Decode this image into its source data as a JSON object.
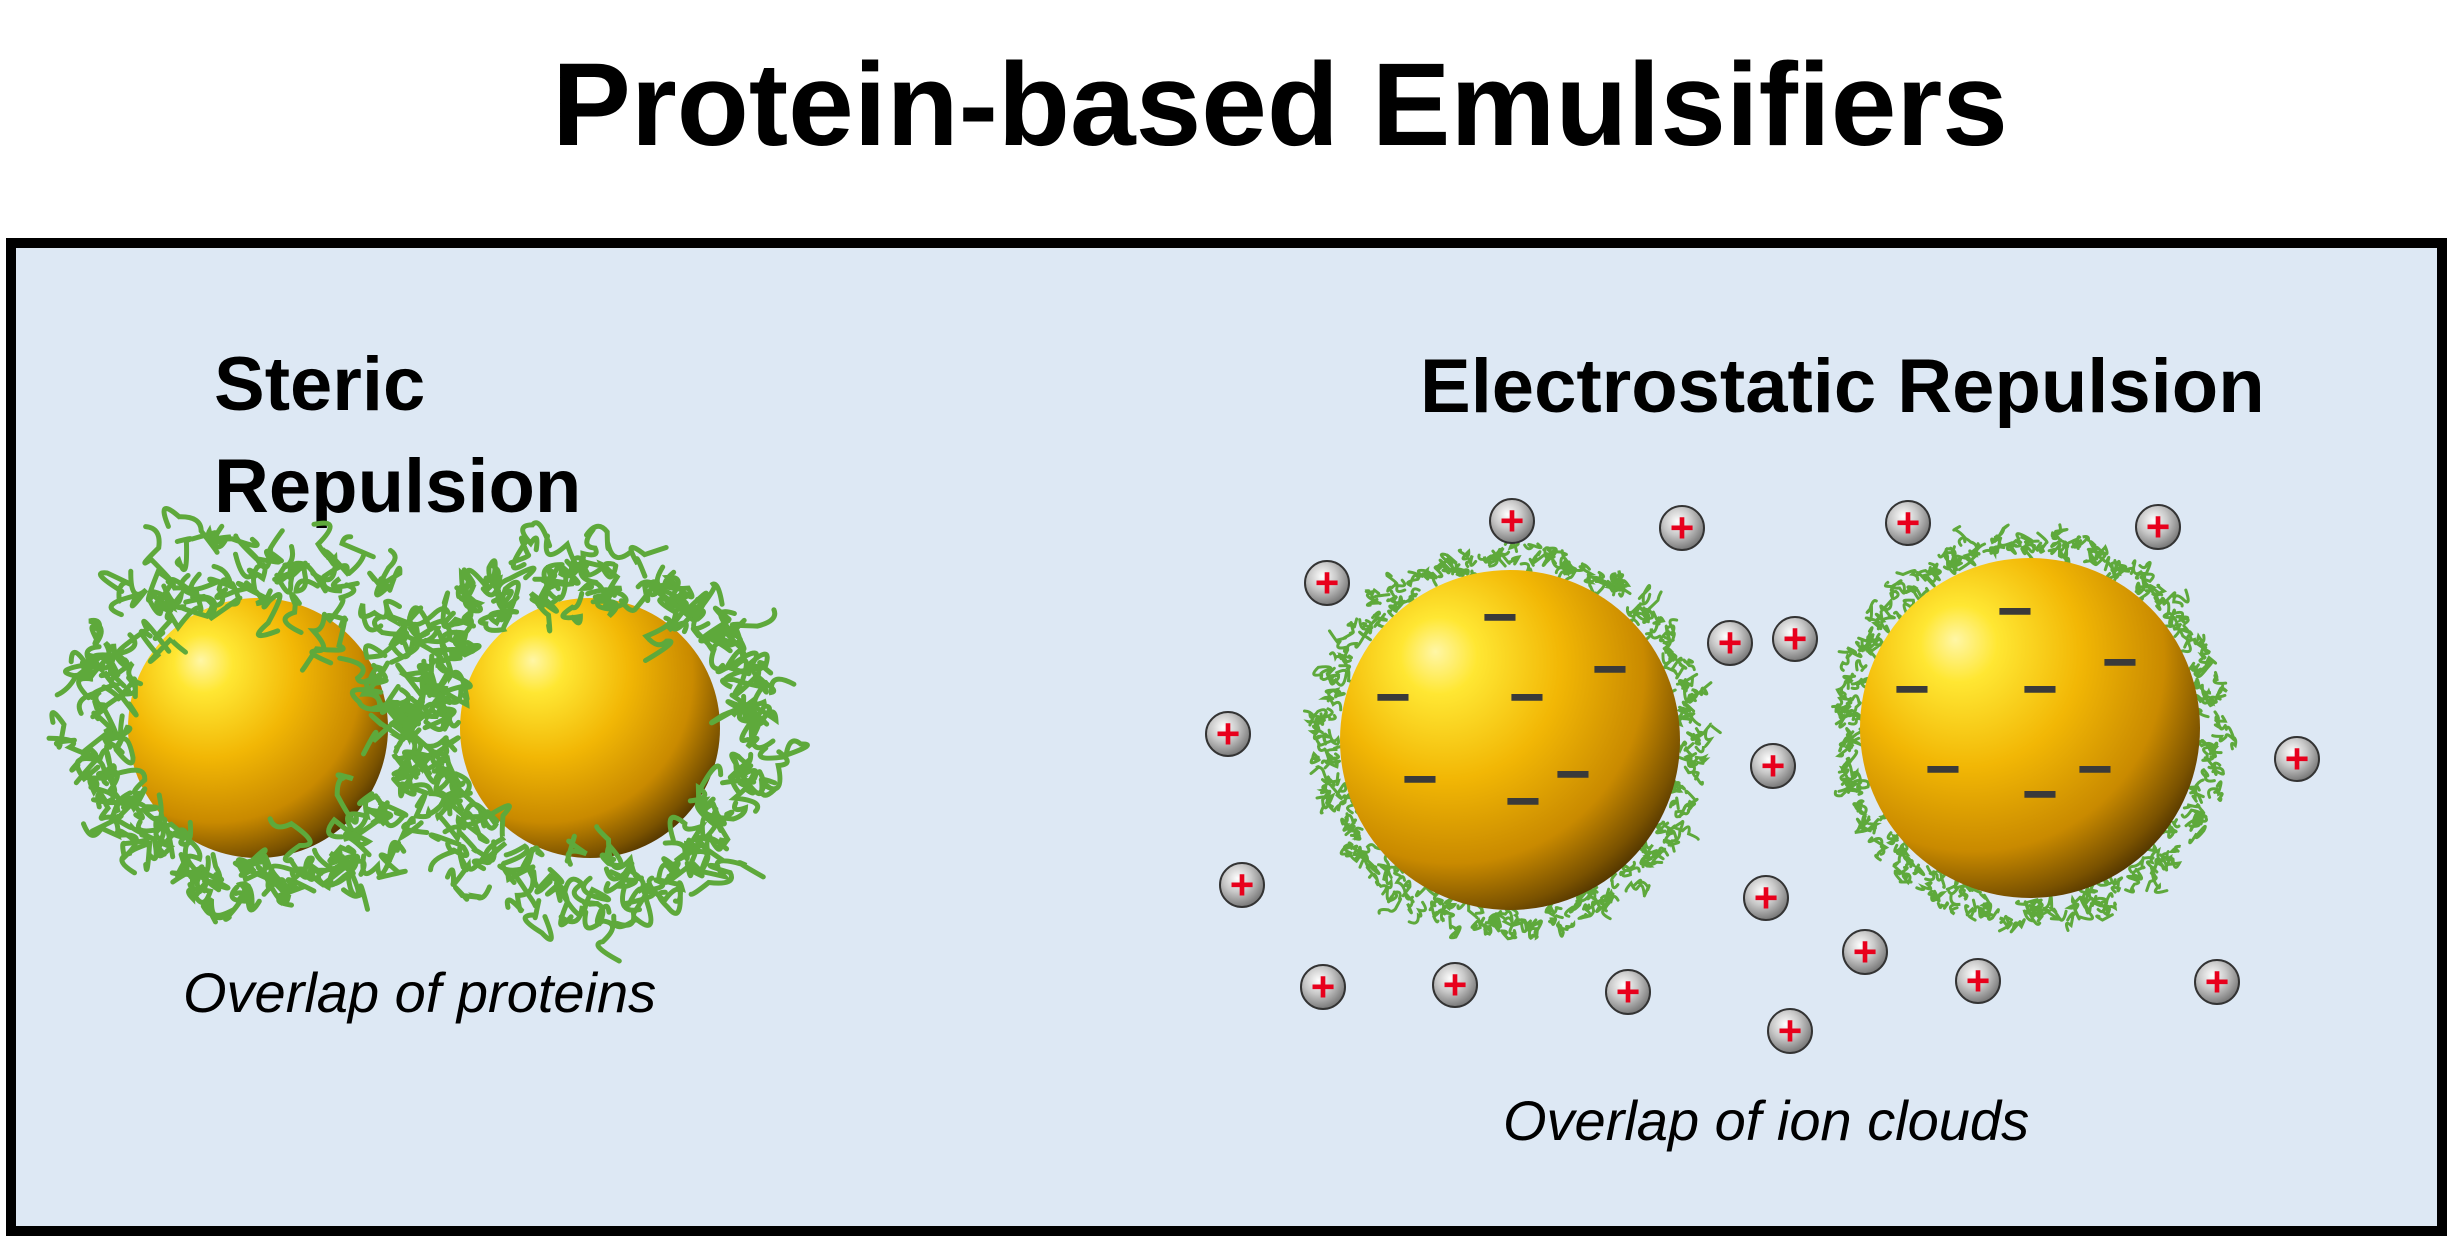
{
  "title": "Protein-based Emulsifiers",
  "left_panel": {
    "heading_line1": "Steric",
    "heading_line2": "Repulsion",
    "caption": "Overlap of proteins"
  },
  "right_panel": {
    "heading": "Electrostatic Repulsion",
    "caption": "Overlap of ion clouds"
  },
  "colors": {
    "panel_background": "#dde8f4",
    "droplet": "#f2b705",
    "protein": "#5ea93b",
    "cation_sign": "#e8001c",
    "anion_sign": "#3a3a3a"
  },
  "symbols": {
    "cation": "+",
    "anion": "−"
  }
}
